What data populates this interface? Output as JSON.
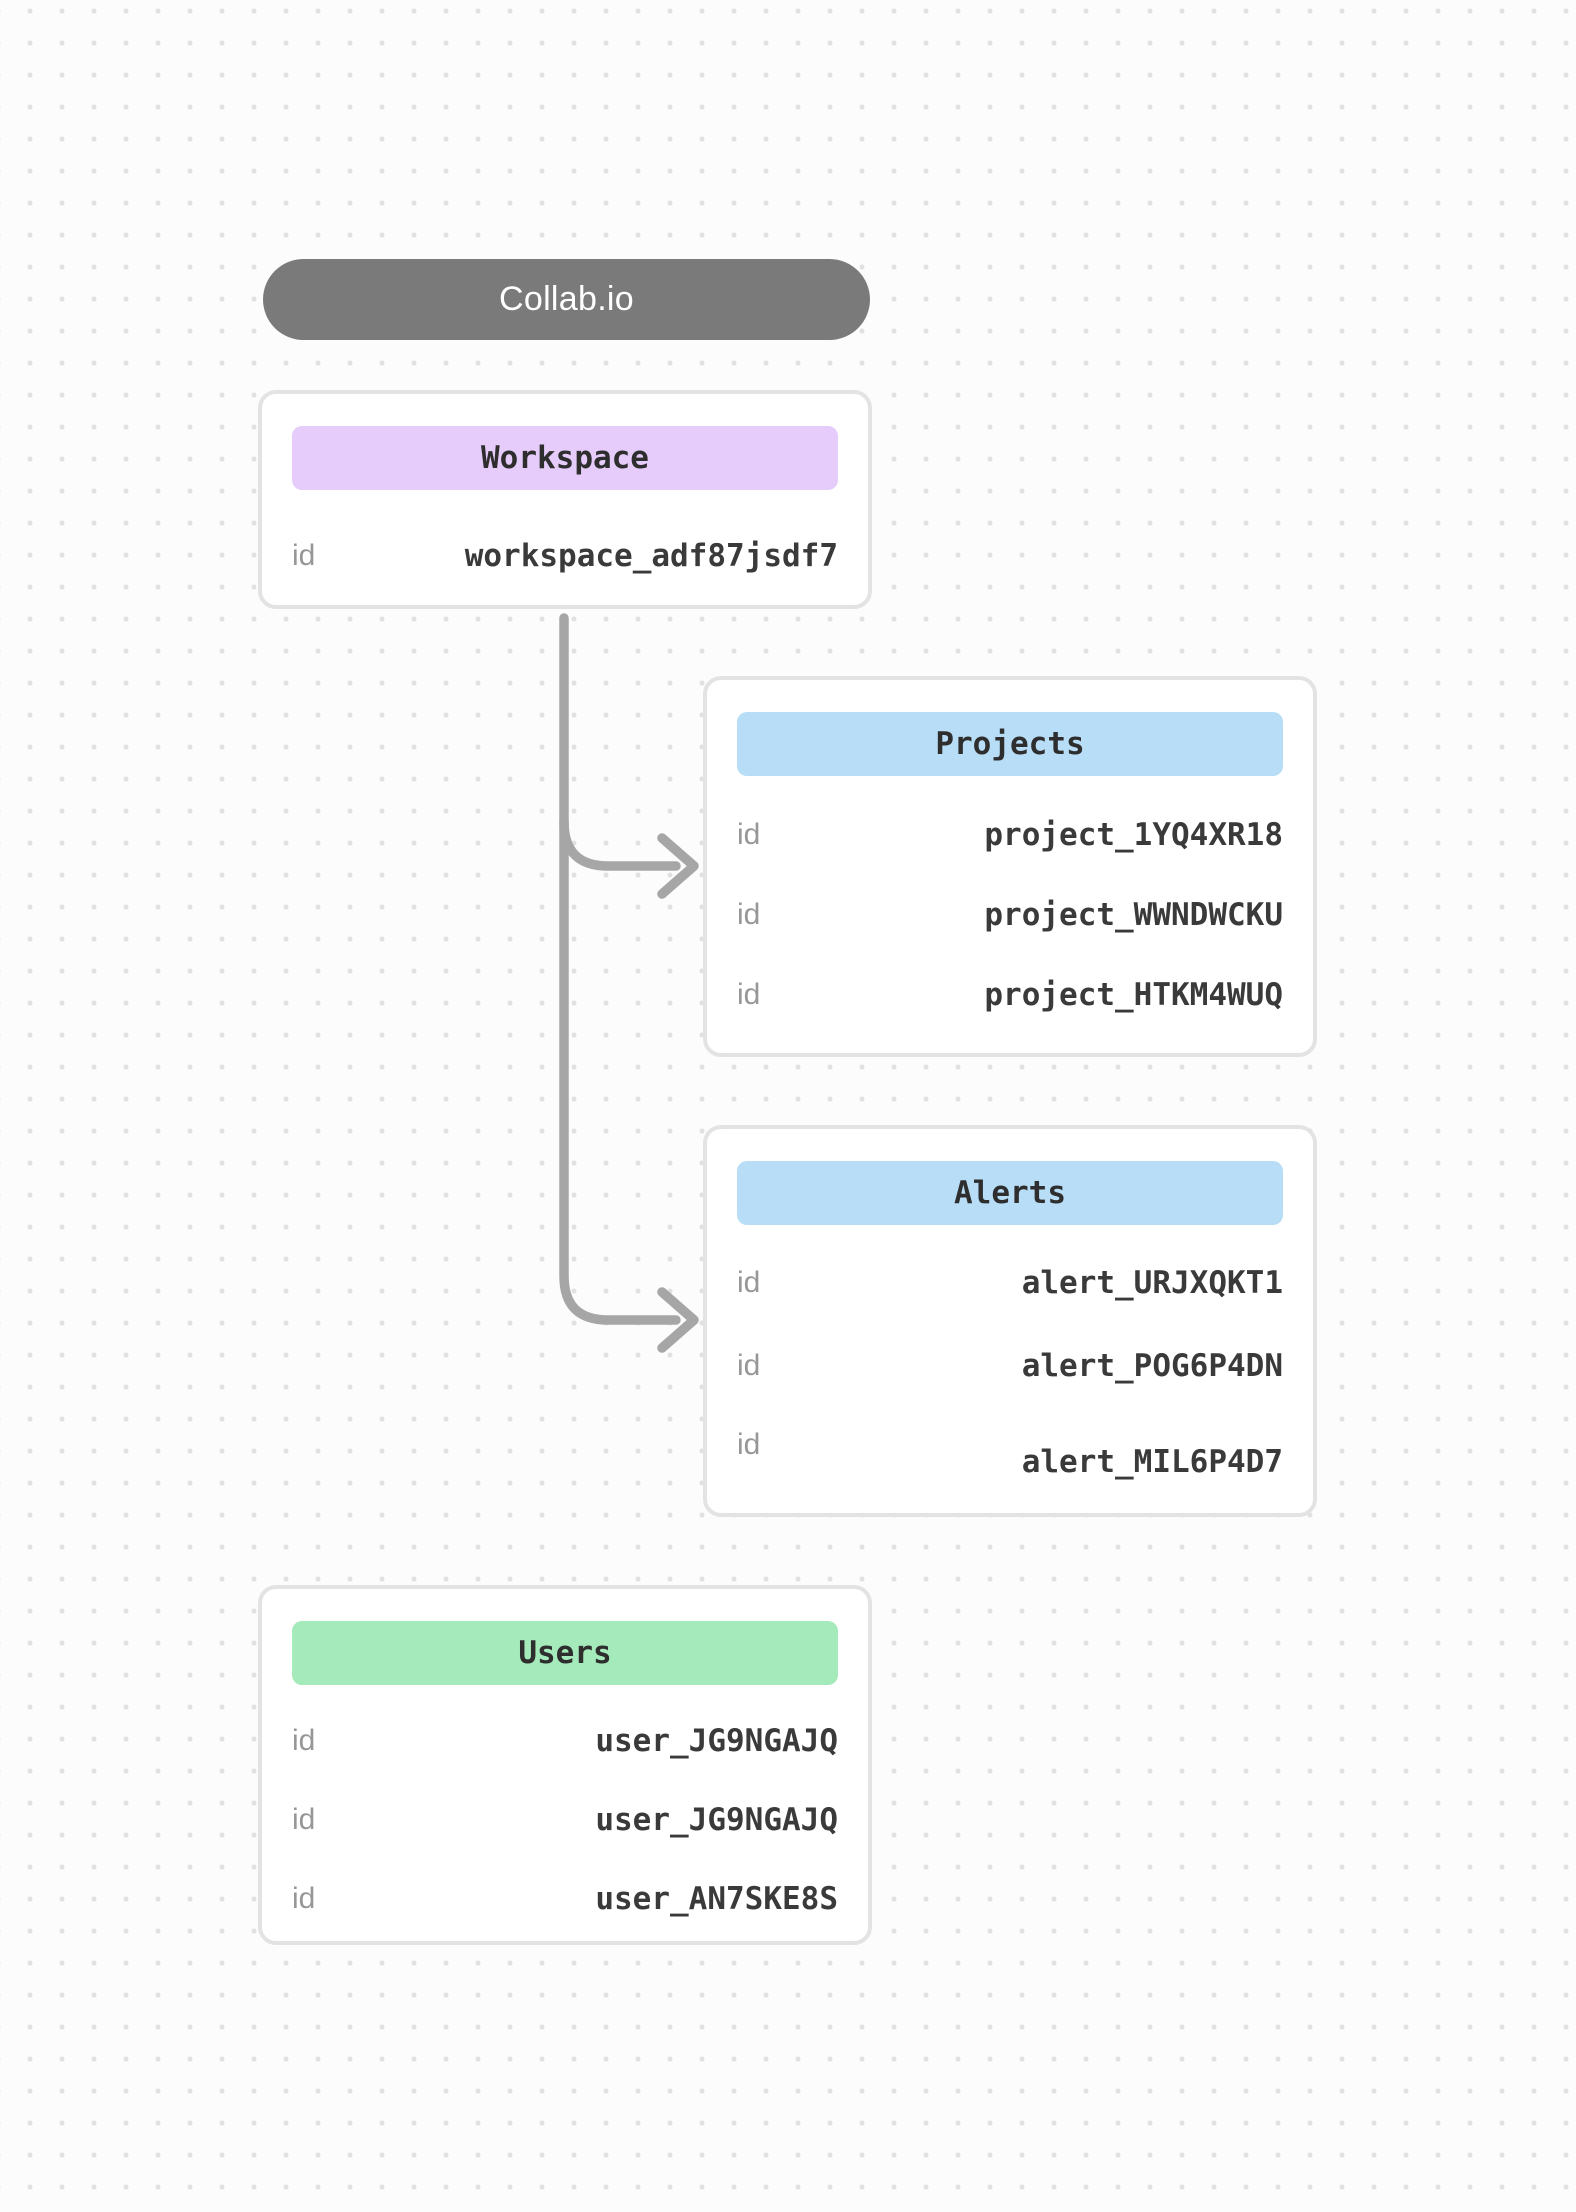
{
  "app": {
    "title": "Collab.io"
  },
  "colors": {
    "pill_bg": "#7a7a7a",
    "card_border": "#e3e3e3",
    "connector": "#a6a6a6",
    "dot_color": "#e1e1e1",
    "workspace_header_bg": "#e6ccfa",
    "projects_header_bg": "#b8ddf6",
    "alerts_header_bg": "#b8ddf6",
    "users_header_bg": "#a5eabb"
  },
  "cards": {
    "workspace": {
      "title": "Workspace",
      "rows": [
        {
          "key": "id",
          "value": "workspace_adf87jsdf7"
        }
      ]
    },
    "projects": {
      "title": "Projects",
      "rows": [
        {
          "key": "id",
          "value": "project_1YQ4XR18"
        },
        {
          "key": "id",
          "value": "project_WWNDWCKU"
        },
        {
          "key": "id",
          "value": "project_HTKM4WUQ"
        }
      ]
    },
    "alerts": {
      "title": "Alerts",
      "rows": [
        {
          "key": "id",
          "value": "alert_URJXQKT1"
        },
        {
          "key": "id",
          "value": "alert_POG6P4DN"
        },
        {
          "key": "id",
          "value": "alert_MIL6P4D7"
        }
      ]
    },
    "users": {
      "title": "Users",
      "rows": [
        {
          "key": "id",
          "value": "user_JG9NGAJQ"
        },
        {
          "key": "id",
          "value": "user_JG9NGAJQ"
        },
        {
          "key": "id",
          "value": "user_AN7SKE8S"
        }
      ]
    }
  }
}
